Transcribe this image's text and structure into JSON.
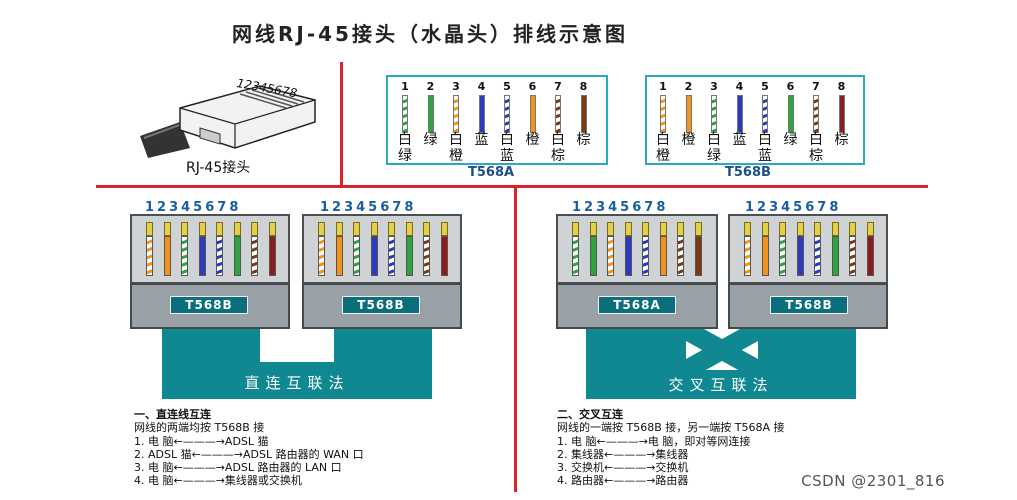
{
  "title": "网线RJ-45接头（水晶头）排线示意图",
  "plug_image": {
    "pin_numbers": "12345678",
    "caption": "RJ-45接头"
  },
  "t568a": {
    "label": "T568A",
    "numbers": [
      "1",
      "2",
      "3",
      "4",
      "5",
      "6",
      "7",
      "8"
    ],
    "top_chars": [
      "白",
      "绿",
      "白",
      "蓝",
      "白",
      "橙",
      "白",
      "棕"
    ],
    "bottom_chars": [
      "绿",
      "",
      "橙",
      "",
      "蓝",
      "",
      "棕",
      ""
    ],
    "wires": [
      "#ffffff|#2ca53e",
      "#2ca53e",
      "#ffffff|#f2941c",
      "#2b3bbf",
      "#ffffff|#2b3bbf",
      "#f2941c",
      "#ffffff|#7b3a12",
      "#7b3a12"
    ]
  },
  "t568b": {
    "label": "T568B",
    "numbers": [
      "1",
      "2",
      "3",
      "4",
      "5",
      "6",
      "7",
      "8"
    ],
    "top_chars": [
      "白",
      "橙",
      "白",
      "蓝",
      "白",
      "绿",
      "白",
      "棕"
    ],
    "bottom_chars": [
      "橙",
      "",
      "绿",
      "",
      "蓝",
      "",
      "棕",
      ""
    ],
    "wires": [
      "#ffffff|#f2941c",
      "#f2941c",
      "#ffffff|#2ca53e",
      "#2b3bbf",
      "#ffffff|#2b3bbf",
      "#2ca53e",
      "#ffffff|#7b3a12",
      "#8b1c1c"
    ]
  },
  "straight": {
    "pin_numbers": "12345678",
    "left_badge": "T568B",
    "right_badge": "T568B",
    "cable_label": "直连互联法",
    "heading": "一、直连线互连",
    "subheading": "网线的两端均按 T568B 接",
    "rows": [
      "1.   电    脑←———→ADSL 猫",
      "2.   ADSL 猫←———→ADSL 路由器的 WAN 口",
      "3.   电    脑←———→ADSL 路由器的 LAN 口",
      "4.   电    脑←———→集线器或交换机"
    ]
  },
  "crossover": {
    "pin_numbers": "12345678",
    "left_badge": "T568A",
    "right_badge": "T568B",
    "cable_label": "交叉互联法",
    "heading": "二、交叉互连",
    "subheading": "网线的一端按 T568B 接，另一端按 T568A 接",
    "rows": [
      "1.   电    脑←———→电    脑，即对等网连接",
      "2.   集线器←———→集线器",
      "3.   交换机←———→交换机",
      "4.   路由器←———→路由器"
    ]
  },
  "watermark": "CSDN @2301_816"
}
